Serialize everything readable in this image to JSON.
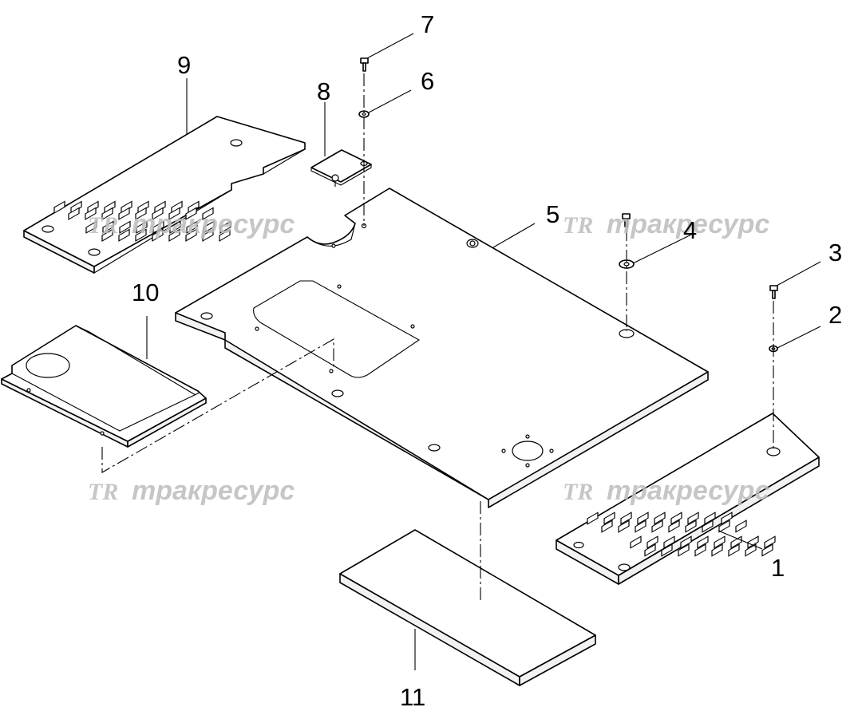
{
  "watermark": {
    "logo": "ТR",
    "text": "тракресурс"
  },
  "callouts": [
    {
      "id": "c1",
      "label": "1"
    },
    {
      "id": "c2",
      "label": "2"
    },
    {
      "id": "c3",
      "label": "3"
    },
    {
      "id": "c4",
      "label": "4"
    },
    {
      "id": "c5",
      "label": "5"
    },
    {
      "id": "c6",
      "label": "6"
    },
    {
      "id": "c7",
      "label": "7"
    },
    {
      "id": "c8",
      "label": "8"
    },
    {
      "id": "c9",
      "label": "9"
    },
    {
      "id": "c10",
      "label": "10"
    },
    {
      "id": "c11",
      "label": "11"
    }
  ]
}
